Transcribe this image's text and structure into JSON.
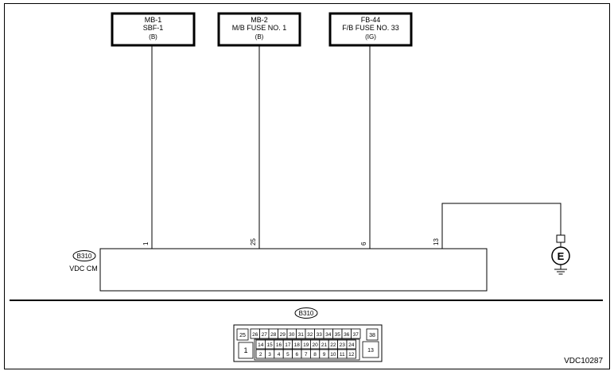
{
  "fuse_boxes": [
    {
      "line1": "MB-1",
      "line2": "SBF-1",
      "line3": "(B)"
    },
    {
      "line1": "MB-2",
      "line2": "M/B FUSE NO. 1",
      "line3": "(B)"
    },
    {
      "line1": "FB-44",
      "line2": "F/B FUSE NO. 33",
      "line3": "(IG)"
    }
  ],
  "pins": [
    "1",
    "25",
    "6",
    "13"
  ],
  "module": {
    "connector": "B310",
    "name": "VDC CM"
  },
  "ground_label": "E",
  "connector_view": {
    "label": "B310",
    "top_row": [
      "26",
      "27",
      "28",
      "29",
      "30",
      "31",
      "32",
      "33",
      "34",
      "35",
      "36",
      "37"
    ],
    "mid_row": [
      "14",
      "15",
      "16",
      "17",
      "18",
      "19",
      "20",
      "21",
      "22",
      "23",
      "24"
    ],
    "bottom_row": [
      "2",
      "3",
      "4",
      "5",
      "6",
      "7",
      "8",
      "9",
      "10",
      "11",
      "12"
    ],
    "left_top": "25",
    "left_big": "1",
    "right_top": "38",
    "right_big": "13"
  },
  "diagram_code": "VDC10287"
}
